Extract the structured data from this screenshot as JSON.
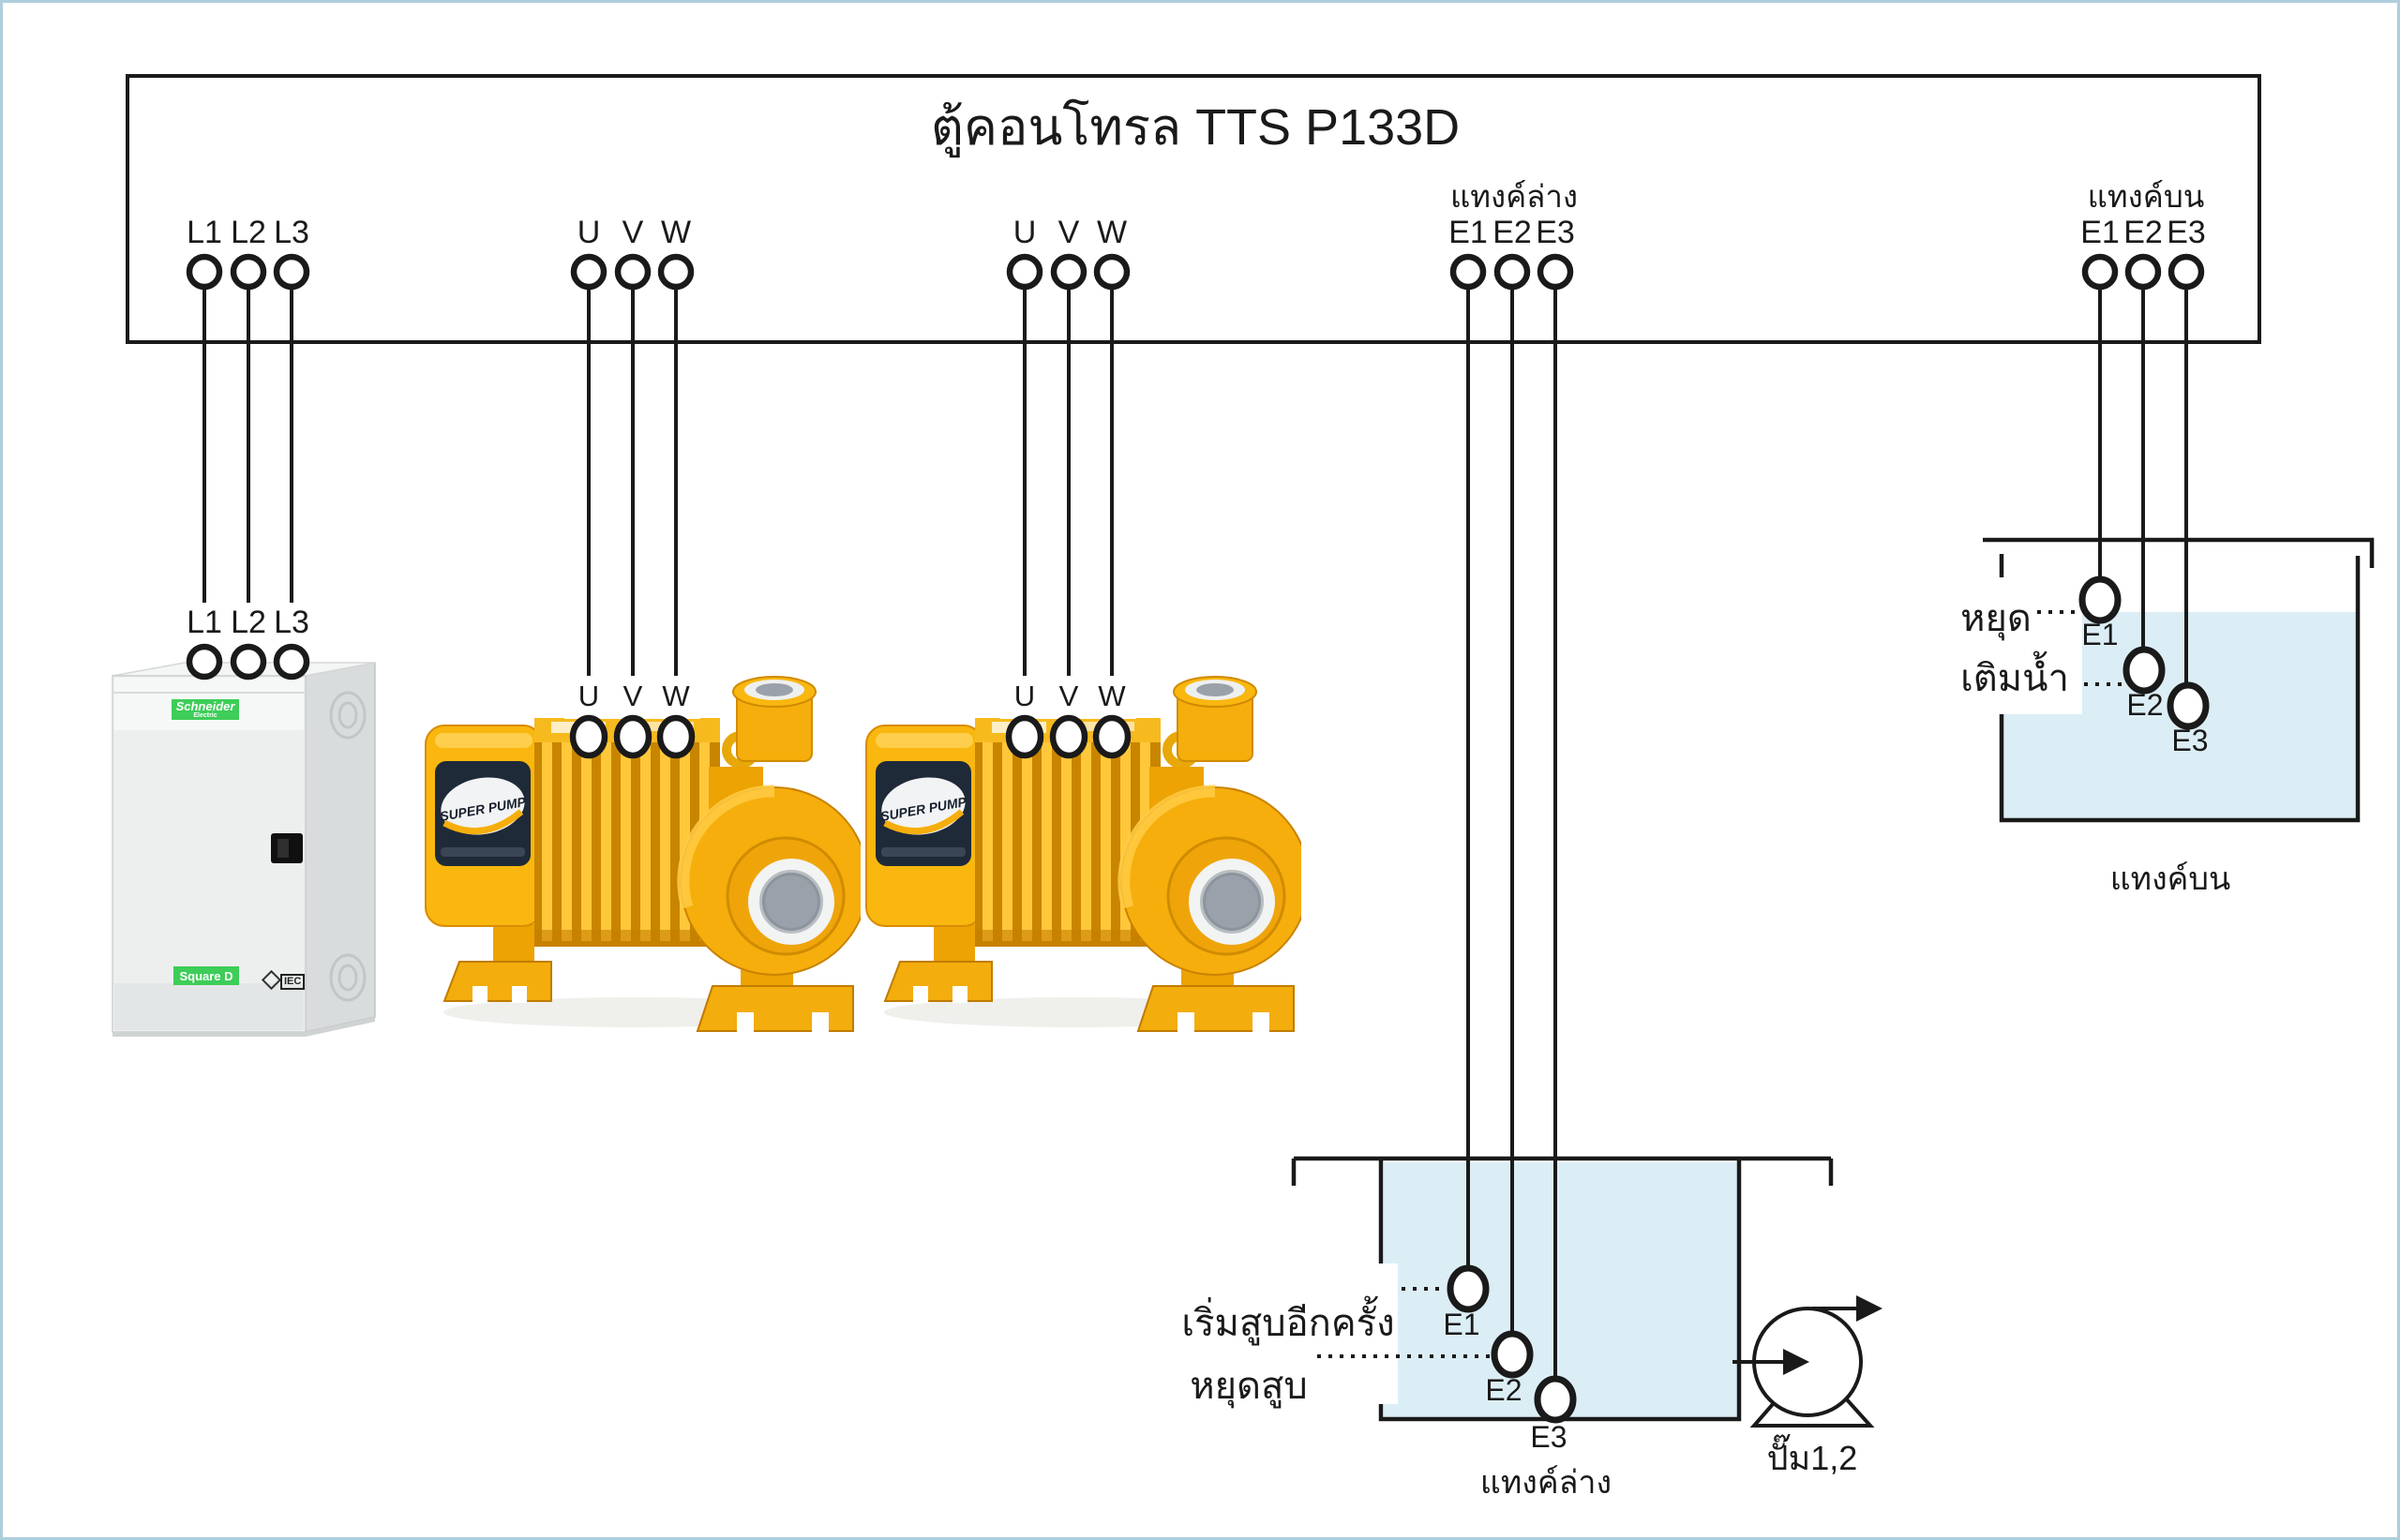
{
  "page": {
    "background": "#FFFFFF",
    "border_color": "#AECEDD"
  },
  "colors": {
    "line": "#1A1A1A",
    "water": "#DCEEF5",
    "pump_yellow": "#F6AE0C",
    "panel_green": "#3DCD58"
  },
  "control_box": {
    "title": "ตู้คอนโทรล TTS P133D"
  },
  "terminals": {
    "mains": [
      "L1",
      "L2",
      "L3"
    ],
    "motor": [
      "U",
      "V",
      "W"
    ],
    "electrode": [
      "E1",
      "E2",
      "E3"
    ]
  },
  "tank_upper": {
    "header": "แทงค์บน",
    "caption": "แทงค์บน",
    "level_stop": "หยุด",
    "level_fill": "เติมน้ำ"
  },
  "tank_lower": {
    "header": "แทงค์ล่าง",
    "caption": "แทงค์ล่าง",
    "level_restart": "เริ่มสูบอีกครั้ง",
    "level_stop": "หยุดสูบ"
  },
  "pump_symbol": {
    "caption": "ปั๊ม1,2"
  },
  "panel": {
    "brand_line1": "Schneider",
    "brand_line2": "Electric",
    "brand_bottom": "Square D",
    "cert": "IEC"
  },
  "pump": {
    "brand": "SUPER PUMP"
  }
}
